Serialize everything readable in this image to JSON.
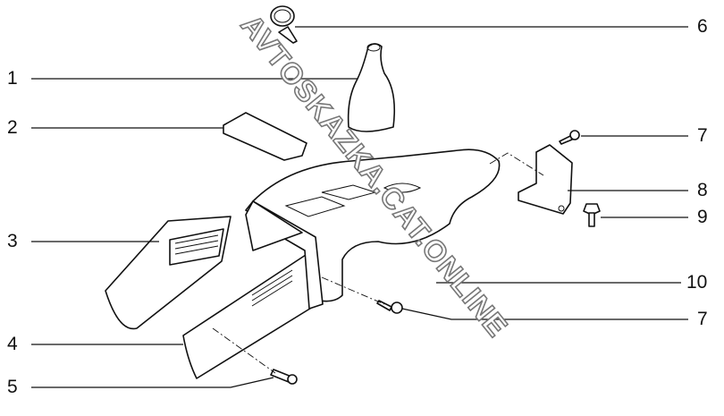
{
  "diagram": {
    "callouts": [
      {
        "id": "callout-1",
        "number": "1"
      },
      {
        "id": "callout-2",
        "number": "2"
      },
      {
        "id": "callout-3",
        "number": "3"
      },
      {
        "id": "callout-4",
        "number": "4"
      },
      {
        "id": "callout-5",
        "number": "5"
      },
      {
        "id": "callout-6",
        "number": "6"
      },
      {
        "id": "callout-7a",
        "number": "7"
      },
      {
        "id": "callout-8",
        "number": "8"
      },
      {
        "id": "callout-9",
        "number": "9"
      },
      {
        "id": "callout-10",
        "number": "10"
      },
      {
        "id": "callout-7b",
        "number": "7"
      }
    ],
    "watermark": "AVTOSKAZKA.CAT.ONLINE"
  }
}
